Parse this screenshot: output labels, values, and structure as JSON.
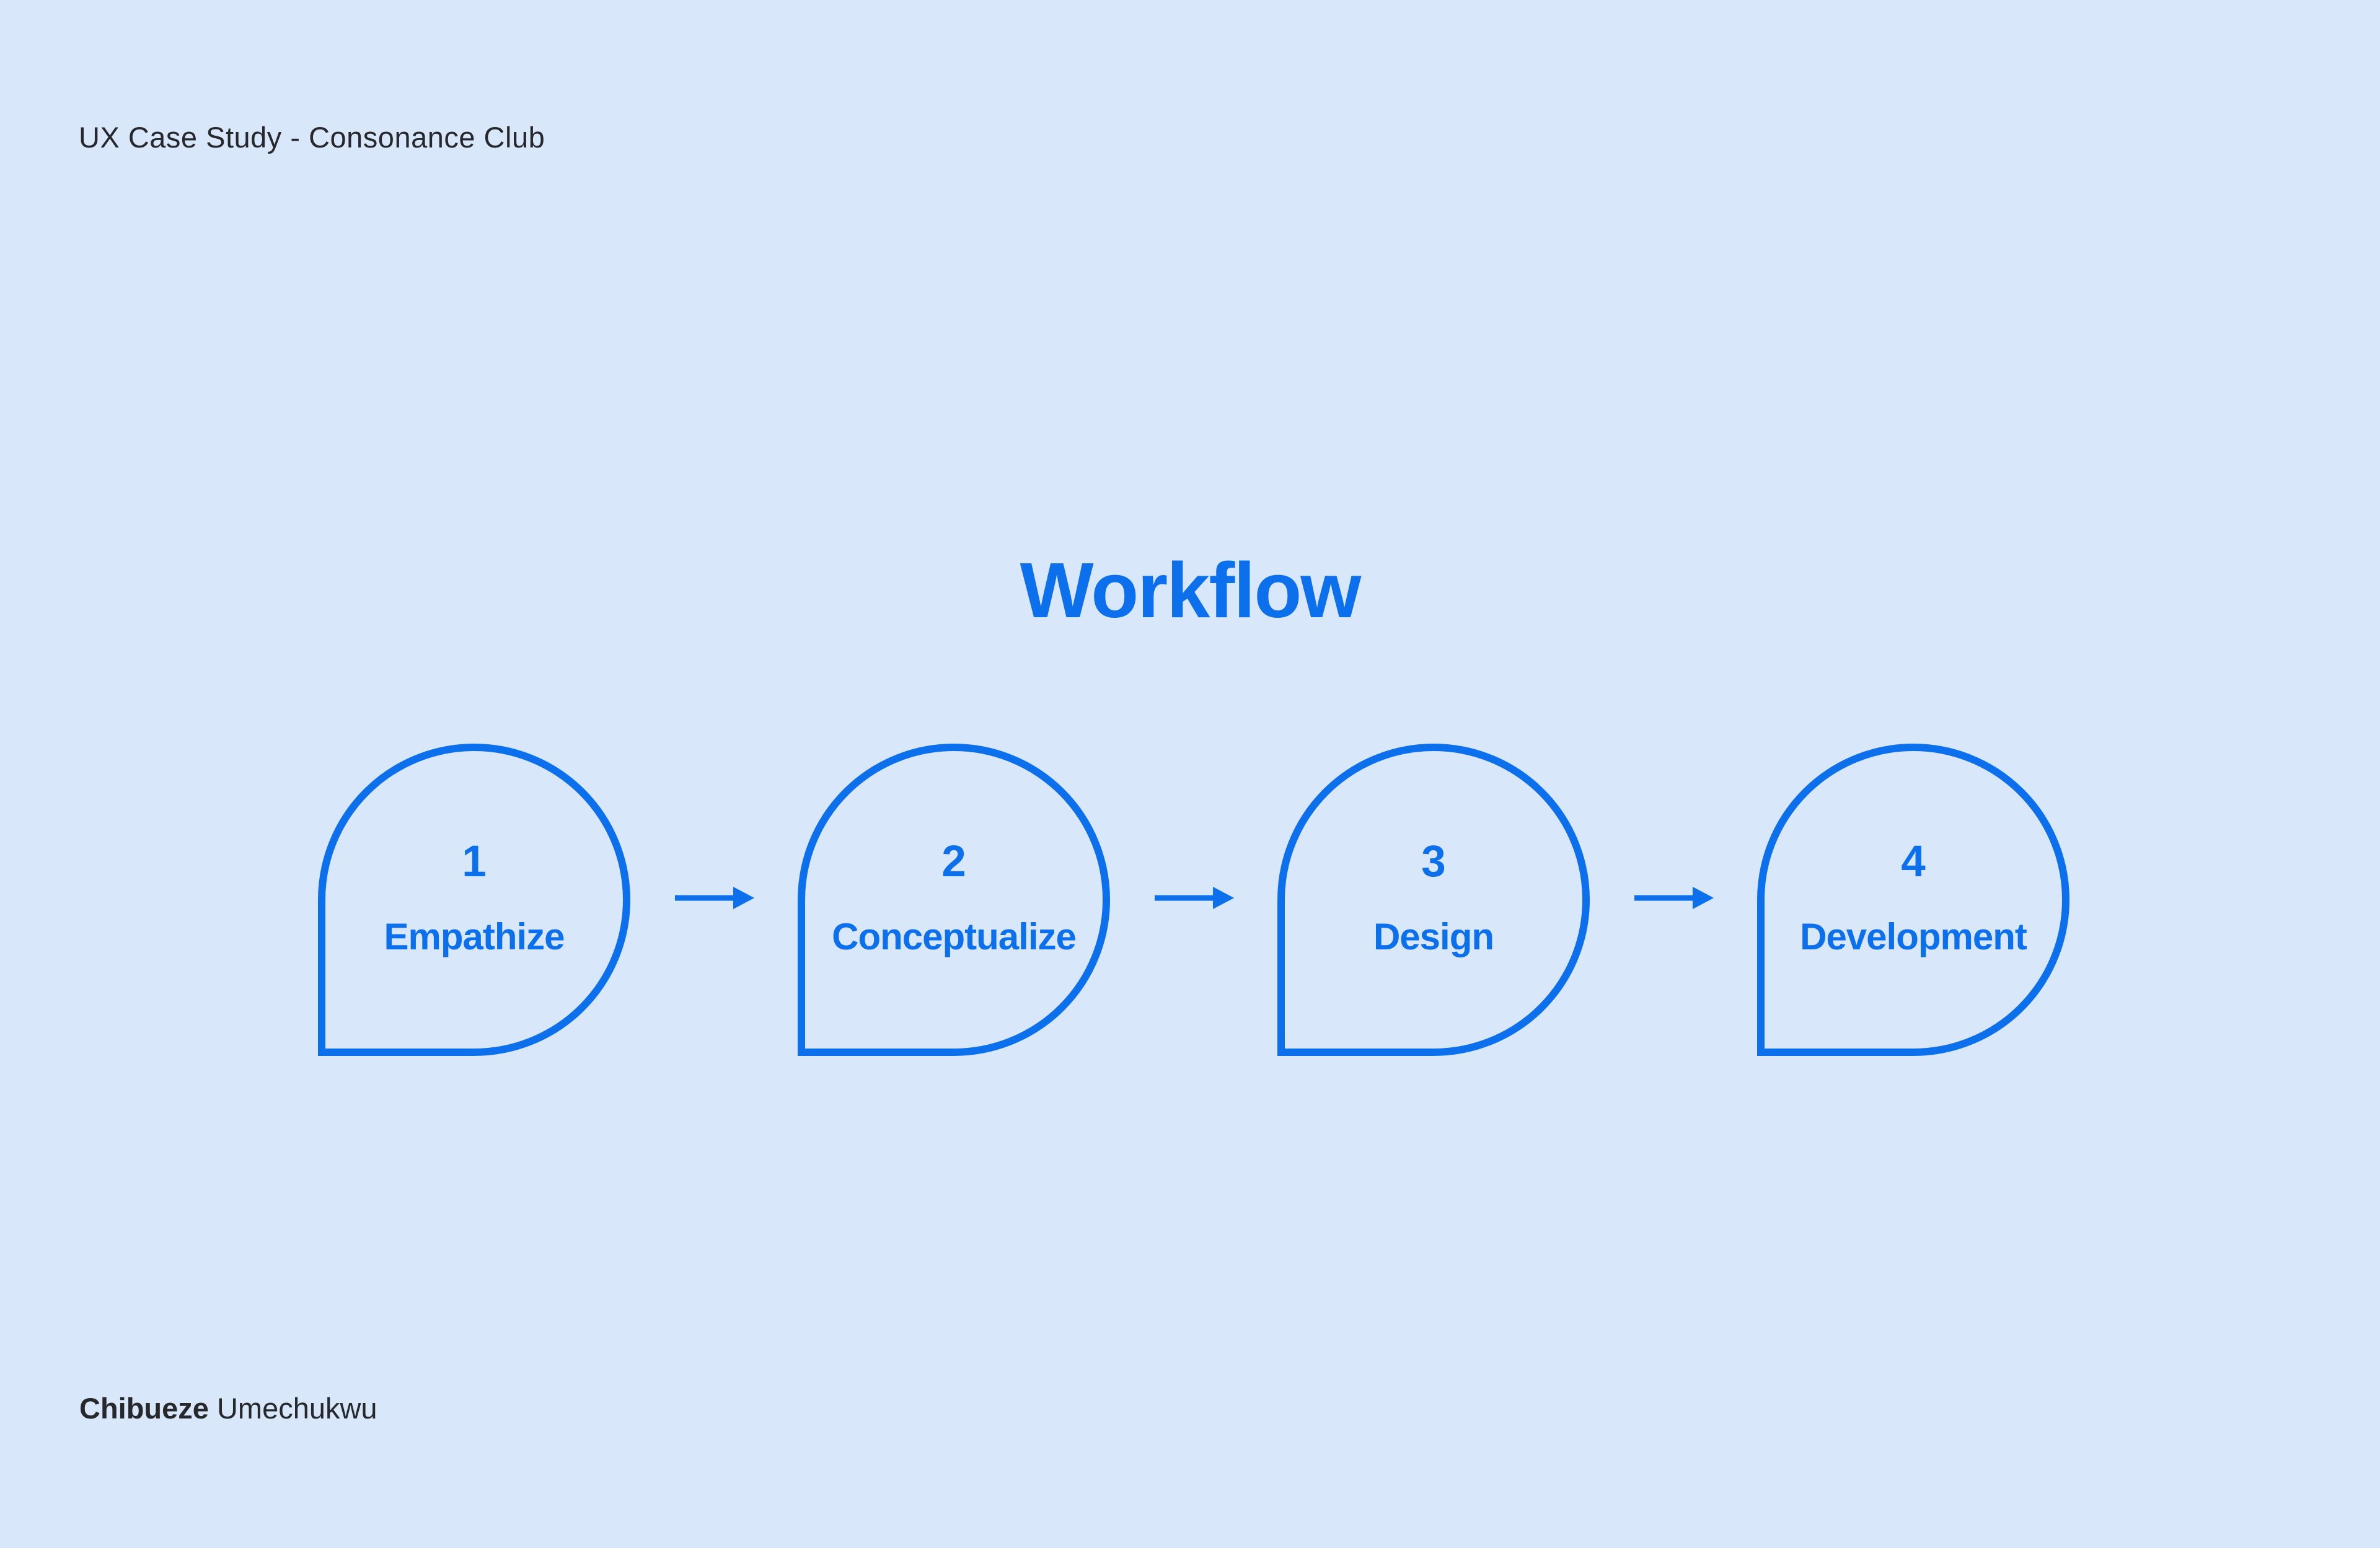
{
  "header": {
    "label": "UX Case Study - Consonance Club"
  },
  "main": {
    "title": "Workflow"
  },
  "steps": [
    {
      "number": "1",
      "label": "Empathize"
    },
    {
      "number": "2",
      "label": "Conceptualize"
    },
    {
      "number": "3",
      "label": "Design"
    },
    {
      "number": "4",
      "label": "Development"
    }
  ],
  "icons": {
    "connector": "arrow-right"
  },
  "footer": {
    "first_name": "Chibueze",
    "last_name": "Umechukwu"
  },
  "colors": {
    "background": "#D9E7FB",
    "accent": "#0C70ED",
    "text_dark": "#26282C"
  }
}
